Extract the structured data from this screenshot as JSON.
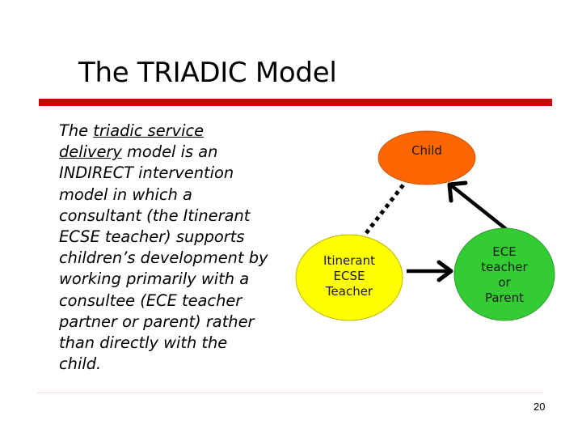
{
  "slide": {
    "title": "The TRIADIC Model",
    "page_number": "20",
    "accent_color": "#cc0000"
  },
  "body": {
    "lines": [
      {
        "pre": "The ",
        "underlined": "triadic service",
        "post": ""
      },
      {
        "pre": "",
        "underlined": "delivery",
        "post": " model is an"
      },
      {
        "pre": "INDIRECT intervention",
        "underlined": "",
        "post": ""
      },
      {
        "pre": "model in which a",
        "underlined": "",
        "post": ""
      },
      {
        "pre": "consultant (the Itinerant",
        "underlined": "",
        "post": ""
      },
      {
        "pre": "ECSE teacher) supports",
        "underlined": "",
        "post": ""
      },
      {
        "pre": "children’s development by",
        "underlined": "",
        "post": ""
      },
      {
        "pre": "working primarily with a",
        "underlined": "",
        "post": ""
      },
      {
        "pre": "consultee (ECE teacher",
        "underlined": "",
        "post": ""
      },
      {
        "pre": "partner or parent) rather",
        "underlined": "",
        "post": ""
      },
      {
        "pre": "than directly with the",
        "underlined": "",
        "post": ""
      },
      {
        "pre": "child.",
        "underlined": "",
        "post": ""
      }
    ]
  },
  "diagram": {
    "nodes": {
      "child": {
        "label": "Child",
        "color": "#ff6600"
      },
      "itinerant": {
        "label_lines": [
          "Itinerant",
          "ECSE",
          "Teacher"
        ],
        "color": "#ffff00"
      },
      "ece": {
        "label_lines": [
          "ECE",
          "teacher",
          "or",
          "Parent"
        ],
        "color": "#33cc33"
      }
    },
    "edges": [
      {
        "from": "itinerant",
        "to": "child",
        "style": "dotted"
      },
      {
        "from": "itinerant",
        "to": "ece",
        "style": "arrow"
      },
      {
        "from": "ece",
        "to": "child",
        "style": "arrow"
      }
    ]
  }
}
